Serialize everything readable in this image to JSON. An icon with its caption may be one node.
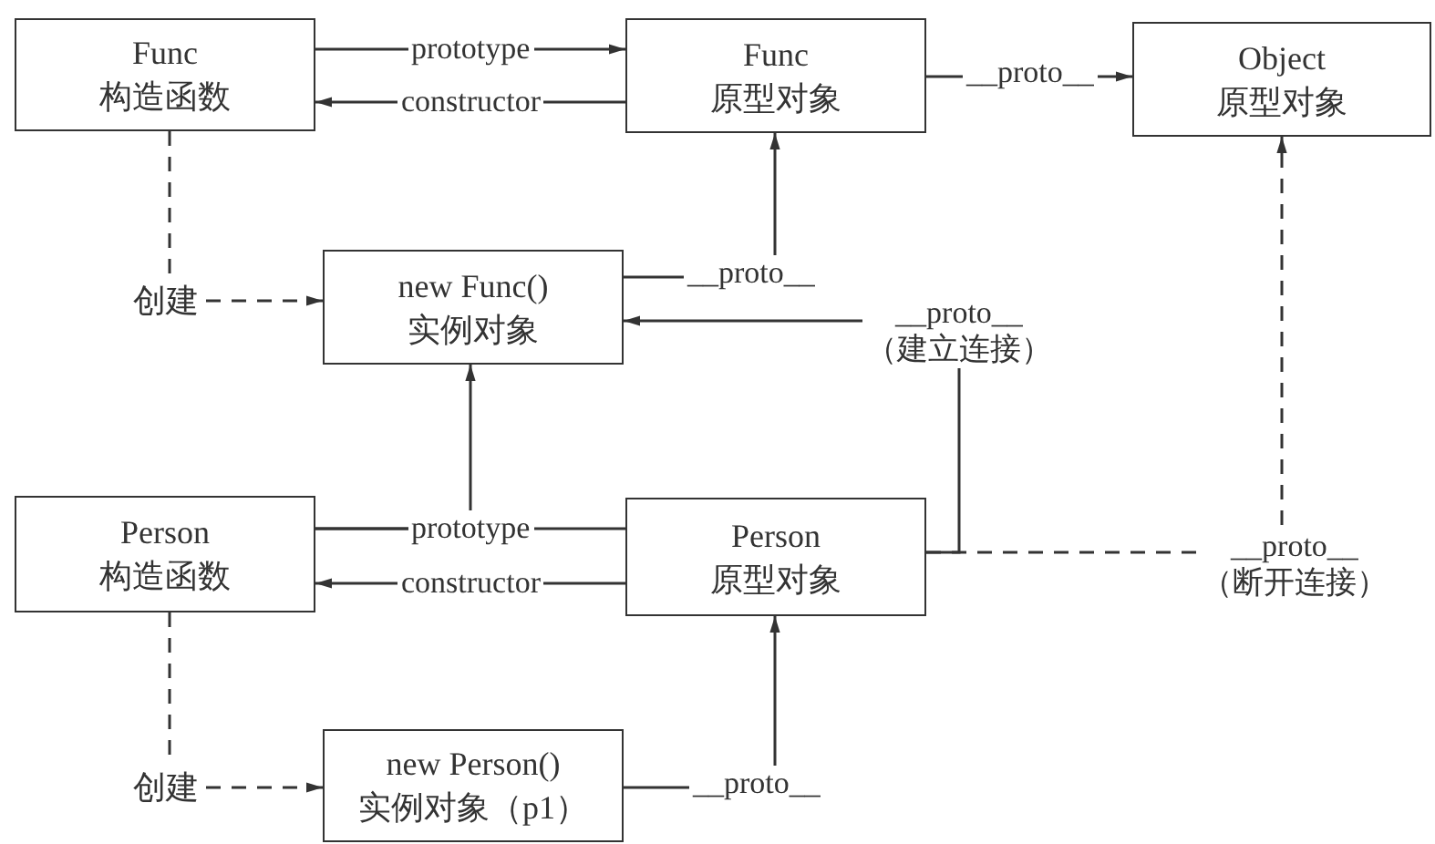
{
  "diagram": {
    "nodes": [
      {
        "text": [
          "Func",
          "构造函数"
        ]
      },
      {
        "text": [
          "Func",
          "原型对象"
        ]
      },
      {
        "text": [
          "Object",
          "原型对象"
        ]
      },
      {
        "text": [
          "创建"
        ]
      },
      {
        "text": [
          "new Func()",
          "实例对象"
        ]
      },
      {
        "text": [
          "Person",
          "构造函数"
        ]
      },
      {
        "text": [
          "Person",
          "原型对象"
        ]
      },
      {
        "text": [
          "创建"
        ]
      },
      {
        "text": [
          "new Person()",
          "实例对象（p1）"
        ]
      }
    ],
    "edges": [
      {
        "from": 0,
        "to": 1,
        "arrow": "to",
        "label": "prototype"
      },
      {
        "from": 1,
        "to": 0,
        "arrow": "to",
        "label": "constructor"
      },
      {
        "from": 1,
        "to": 2,
        "arrow": "to",
        "label": "__proto__"
      },
      {
        "from": 0,
        "to": 3,
        "arrow": "none",
        "style": "dashed"
      },
      {
        "from": 3,
        "to": 4,
        "arrow": "to",
        "style": "dashed"
      },
      {
        "from": 4,
        "to": 1,
        "arrow": "to",
        "label": "__proto__"
      },
      {
        "from": 6,
        "to": 4,
        "arrow": "to",
        "label": "__proto__ （建立连接）"
      },
      {
        "from": 5,
        "to": 4,
        "arrow": "to",
        "label": "prototype"
      },
      {
        "from": 5,
        "to": 6,
        "arrow": "none"
      },
      {
        "from": 6,
        "to": 5,
        "arrow": "to",
        "label": "constructor"
      },
      {
        "from": 6,
        "to": 2,
        "arrow": "to",
        "style": "dashed",
        "label": "__proto__ （断开连接）"
      },
      {
        "from": 5,
        "to": 7,
        "arrow": "none",
        "style": "dashed"
      },
      {
        "from": 7,
        "to": 8,
        "arrow": "to",
        "style": "dashed"
      },
      {
        "from": 8,
        "to": 6,
        "arrow": "to",
        "label": "__proto__"
      }
    ]
  }
}
